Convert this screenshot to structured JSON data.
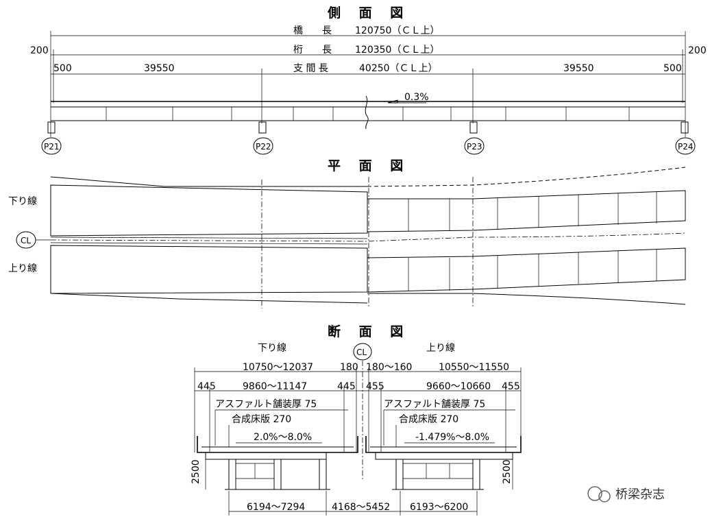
{
  "side_view": {
    "title": "側 面 図",
    "bridge_length": {
      "label": "橋　　長",
      "value": "120750（ＣＬ上）"
    },
    "girder_length": {
      "label": "桁　　長",
      "value": "120350（ＣＬ上）"
    },
    "span_length": {
      "label": "支 間 長",
      "value": "40250（ＣＬ上）"
    },
    "end_left": "200",
    "end_right": "200",
    "bearing_left": "500",
    "bearing_right": "500",
    "span_left": "39550",
    "span_right": "39550",
    "gradient": "0.3%",
    "piers": [
      "P21",
      "P22",
      "P23",
      "P24"
    ]
  },
  "plan_view": {
    "title": "平 面 図",
    "down_line": "下り線",
    "up_line": "上り線",
    "centerline": "CL"
  },
  "section_view": {
    "title": "断 面 図",
    "centerline": "CL",
    "left": {
      "name": "下り線",
      "overall": "10750～12037",
      "median": "180",
      "edge_left": "445",
      "roadway": "9860～11147",
      "edge_right": "445",
      "asphalt": "アスファルト舗装厚 75",
      "slab": "合成床版 270",
      "crossfall": "2.0%～8.0%"
    },
    "right": {
      "name": "上り線",
      "median": "180～160",
      "overall": "10550～11550",
      "edge_left": "455",
      "roadway": "9660～10660",
      "edge_right": "455",
      "asphalt": "アスファルト舗装厚 75",
      "slab": "合成床版 270",
      "crossfall": "-1.479%～8.0%"
    },
    "height_left": "2500",
    "height_right": "2500",
    "girder_spacing_left": "6194～7294",
    "gap": "4168～5452",
    "girder_spacing_right": "6193～6200"
  },
  "watermark": "桥梁杂志"
}
